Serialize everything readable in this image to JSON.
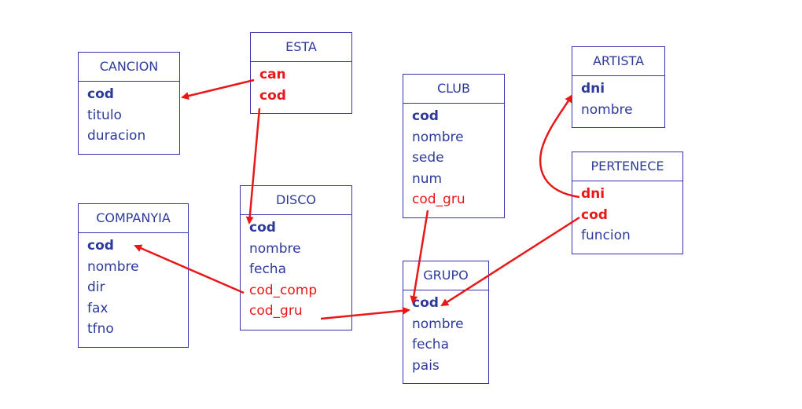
{
  "colors": {
    "border": "#3434b0",
    "text": "#2d3a9a",
    "foreign_key": "#e81818",
    "arrow": "#e81818"
  },
  "tables": {
    "esta": {
      "name": "ESTA",
      "fields": [
        {
          "label": "can"
        },
        {
          "label": "cod"
        }
      ]
    },
    "cancion": {
      "name": "CANCION",
      "fields": [
        {
          "label": "cod"
        },
        {
          "label": "titulo"
        },
        {
          "label": "duracion"
        }
      ]
    },
    "club": {
      "name": "CLUB",
      "fields": [
        {
          "label": "cod"
        },
        {
          "label": "nombre"
        },
        {
          "label": "sede"
        },
        {
          "label": "num"
        },
        {
          "label": "cod_gru"
        }
      ]
    },
    "artista": {
      "name": "ARTISTA",
      "fields": [
        {
          "label": "dni"
        },
        {
          "label": "nombre"
        }
      ]
    },
    "pertenece": {
      "name": "PERTENECE",
      "fields": [
        {
          "label": "dni"
        },
        {
          "label": "cod"
        },
        {
          "label": "funcion"
        }
      ]
    },
    "disco": {
      "name": "DISCO",
      "fields": [
        {
          "label": "cod"
        },
        {
          "label": "nombre"
        },
        {
          "label": "fecha"
        },
        {
          "label": "cod_comp"
        },
        {
          "label": "cod_gru"
        }
      ]
    },
    "companyia": {
      "name": "COMPANYIA",
      "fields": [
        {
          "label": "cod"
        },
        {
          "label": "nombre"
        },
        {
          "label": "dir"
        },
        {
          "label": "fax"
        },
        {
          "label": "tfno"
        }
      ]
    },
    "grupo": {
      "name": "GRUPO",
      "fields": [
        {
          "label": "cod"
        },
        {
          "label": "nombre"
        },
        {
          "label": "fecha"
        },
        {
          "label": "pais"
        }
      ]
    }
  }
}
